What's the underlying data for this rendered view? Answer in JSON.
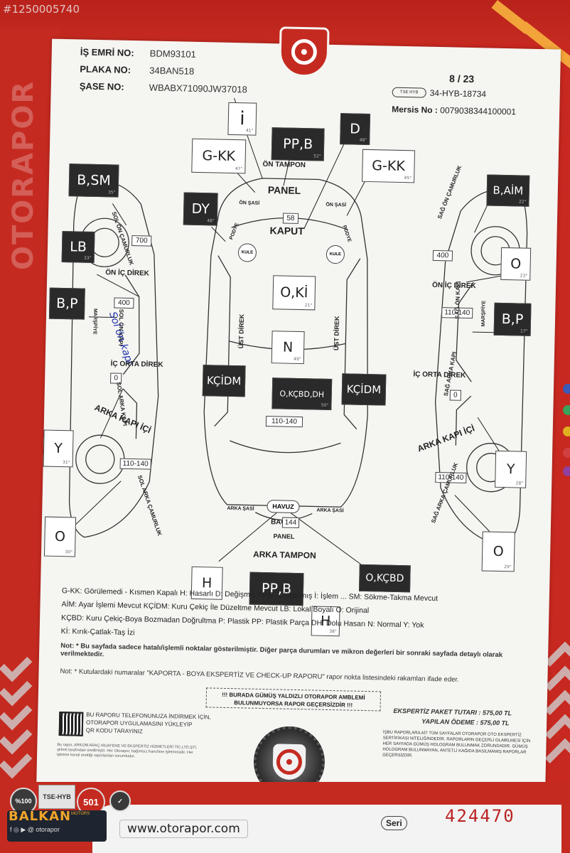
{
  "watermark_id": "#1250005740",
  "brand": "OTORAPOR",
  "header": {
    "is_emri_label": "İŞ EMRİ NO:",
    "is_emri_value": "BDM93101",
    "plaka_label": "PLAKA NO:",
    "plaka_value": "34BAN518",
    "sase_label": "ŞASE NO:",
    "sase_value": "WBABX71090JW37018",
    "page_no": "8 / 23",
    "tse_badge": "TSE HYB",
    "tse_code": "34-HYB-18734",
    "mersis_label": "Mersis No :",
    "mersis_value": "0079038344100001"
  },
  "car_labels": {
    "on_tampon": "ÖN TAMPON",
    "panel_top": "PANEL",
    "kaput": "KAPUT",
    "kaput_value": "58",
    "on_sasi_left": "ÖN ŞASİ",
    "on_sasi_right": "ÖN ŞASİ",
    "podye_left": "PODYE",
    "podye_right": "PODYE",
    "kule_left": "KULE",
    "kule_right": "KULE",
    "sol_on_camurluk": "SOL ÖN ÇAMURLUK",
    "sag_on_camurluk": "SAĞ ÖN ÇAMURLUK",
    "on_ic_direk_left": "ÖN İÇ DİREK",
    "on_ic_direk_right": "ÖN İÇ DİREK",
    "sol_on_kapi": "SOL ÖN KAPI",
    "sag_on_kapi": "SAĞ ÖN KAPI",
    "marspiye_left": "MARŞPİYE",
    "marspiye_right": "MARŞPİYE",
    "ic_orta_direk_left": "İÇ ORTA DİREK",
    "ic_orta_direk_right": "İÇ ORTA DİREK",
    "sol_arka_kapi": "SOL ARKA KAPI",
    "sag_arka_kapi": "SAĞ ARKA KAPI",
    "arka_kapi_ici_left": "ARKA KAPI İÇİ",
    "arka_kapi_ici_right": "ARKA KAPI İÇİ",
    "sol_arka_camurluk": "SOL ARKA ÇAMURLUK",
    "sag_arka_camurluk": "SAĞ ARKA ÇAMURLUK",
    "ust_direk_left": "ÜST DİREK",
    "ust_direk_right": "ÜST DİREK",
    "bagaj": "BAGAJ",
    "arka_sasi_left": "ARKA ŞASİ",
    "arka_sasi_right": "ARKA ŞASİ",
    "havuz": "HAVUZ",
    "panel_bottom": "PANEL",
    "arka_tampon": "ARKA TAMPON",
    "tavan_value": "110-140",
    "bagaj_value": "144"
  },
  "measurements": {
    "sol_on_camurluk": "700",
    "sol_on_kapi": "400",
    "sol_arka_kapi": "0",
    "sol_arka_camurluk": "110-140",
    "sag_on_camurluk": "400",
    "sag_on_kapi": "110-140",
    "sag_arka_kapi": "0",
    "sag_arka_camurluk": "110-140"
  },
  "boxes": [
    {
      "id": "i",
      "text": "i",
      "deg": "41°",
      "dark": false
    },
    {
      "id": "gkk-l",
      "text": "G-KK",
      "deg": "47°",
      "dark": false
    },
    {
      "id": "ppb-top",
      "text": "PP,B",
      "deg": "52°",
      "dark": true
    },
    {
      "id": "d",
      "text": "D",
      "deg": "48°",
      "dark": true
    },
    {
      "id": "gkk-r",
      "text": "G-KK",
      "deg": "45°",
      "dark": false
    },
    {
      "id": "bsm",
      "text": "B,SM",
      "deg": "35°",
      "dark": true
    },
    {
      "id": "dy",
      "text": "DY",
      "deg": "48°",
      "dark": true
    },
    {
      "id": "baim",
      "text": "B,AİM",
      "deg": "22°",
      "dark": true
    },
    {
      "id": "lb",
      "text": "LB",
      "deg": "33°",
      "dark": true
    },
    {
      "id": "o-r1",
      "text": "O",
      "deg": "23°",
      "dark": false
    },
    {
      "id": "oki",
      "text": "O,Kİ",
      "deg": "21°",
      "dark": false
    },
    {
      "id": "bp-l",
      "text": "B,P",
      "deg": "",
      "dark": true
    },
    {
      "id": "bp-r",
      "text": "B,P",
      "deg": "17°",
      "dark": true
    },
    {
      "id": "n",
      "text": "N",
      "deg": "49°",
      "dark": false
    },
    {
      "id": "kcidm-l",
      "text": "KÇİDM",
      "deg": "",
      "dark": true
    },
    {
      "id": "okcbd-dh",
      "text": "O,KÇBD,DH",
      "deg": "50°",
      "dark": true
    },
    {
      "id": "kcidm-r",
      "text": "KÇİDM",
      "deg": "",
      "dark": true
    },
    {
      "id": "y-l",
      "text": "Y",
      "deg": "31°",
      "dark": false
    },
    {
      "id": "y-r",
      "text": "Y",
      "deg": "28°",
      "dark": false
    },
    {
      "id": "o-l",
      "text": "O",
      "deg": "30°",
      "dark": false
    },
    {
      "id": "o-r2",
      "text": "O",
      "deg": "29°",
      "dark": false
    },
    {
      "id": "h-l",
      "text": "H",
      "deg": "",
      "dark": false
    },
    {
      "id": "ppb-bot",
      "text": "PP,B",
      "deg": "",
      "dark": true
    },
    {
      "id": "okcbd",
      "text": "O,KÇBD",
      "deg": "",
      "dark": true
    },
    {
      "id": "h-r",
      "text": "H",
      "deg": "38°",
      "dark": false
    }
  ],
  "legend": {
    "l1": "G-KK: Görülemedi - Kısmen Kapalı H: Hasarlı D: Değişmiş PP,B ... Yapılmış İ: İşlem ... SM: Sökme-Takma Mevcut",
    "l2": "AİM: Ayar İşlemi Mevcut KÇİDM: Kuru Çekiç İle Düzeltme Mevcut LB: Lokal Boyalı O: Orijinal",
    "l3": "KÇBD: Kuru Çekiç-Boya Bozmadan Doğrultma P: Plastik PP: Plastik Parça DH: Dolu Hasarı N: Normal Y: Yok",
    "l4": "Kİ: Kırık-Çatlak-Taş İzi"
  },
  "notes": {
    "n1": "Not: * Bu sayfada sadece hatalı/işlemli noktalar gösterilmiştir. Diğer parça durumları ve mikron değerleri bir sonraki sayfada detaylı olarak verilmektedir.",
    "n2": "Not: * Kutulardaki numaralar \"KAPORTA - BOYA EKSPERTİZ VE CHECK-UP RAPORU\" rapor nokta listesindeki rakamları ifade eder."
  },
  "warning": {
    "line1": "!!! BURADA GÜMÜŞ YALDIZLI OTORAPOR AMBLEMİ",
    "line2": "BULUNMUYORSA RAPOR GEÇERSİZDİR !!!"
  },
  "prices": {
    "paket_label": "EKSPERTİZ PAKET TUTARI :",
    "paket_value": "575,00 TL",
    "odeme_label": "YAPILAN ÖDEME :",
    "odeme_value": "575,00 TL"
  },
  "fine_print": "İŞBU RAPORLARA AİT TÜM SAYFALAR OTORAPOR OTO EKSPERTİZ SERTİFİKASI NİTELİĞİNDEDİR. RAPORLARIN GEÇERLİ OLABİLMESİ İÇİN HER SAYFADA GÜMÜŞ HOLOGRAM BULUNMAK ZORUNDADIR. GÜMÜŞ HOLOGRAM BULUNMAYAN, ANTETLİ KAĞIDA BASILMAMIŞ RAPORLAR GEÇERSİZDİR.",
  "qr": {
    "line1": "BU RAPORU TELEFONUNUZA İNDİRMEK İÇİN,",
    "line2": "OTORAPOR UYGULAMASINI YÜKLEYİP",
    "line3": "QR KODU TARAYINIZ",
    "fine": "Bu rapor, ARKOM ARAÇ MUAYENE VE EKSPERTİZ HİZMETLERİ TİC.LTD.ŞTİ. şirketi tarafından üretilmiştir. Her Otorapor, bağımsız franchise işletmesidir. Her işletme kendi ürettiği raporlardan sorumludur."
  },
  "footer": {
    "website": "www.otorapor.com",
    "seri_label": "Seri",
    "serial_no": "424470",
    "dealer_name": "BALKAN",
    "dealer_sub": "MOTORS",
    "dealer_social": "f ◎ ▶ @ otorapor",
    "badge_100": "%100",
    "badge_tse": "TSE-HYB",
    "badge_501": "501"
  },
  "handwritten": {
    "left_door": "Sol ön kapı"
  },
  "colors": {
    "brand_red": "#c52a20",
    "accent_orange": "#f2a33a",
    "serial_red": "#bb2222"
  }
}
